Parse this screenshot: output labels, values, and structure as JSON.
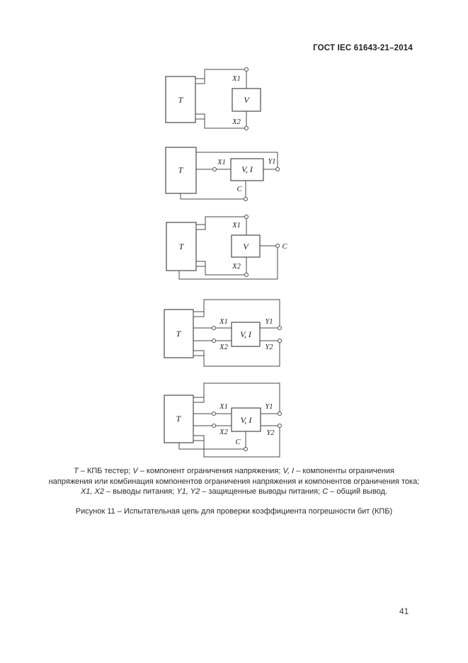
{
  "document": {
    "header": "ГОСТ IEC 61643-21–2014",
    "page_number": "41"
  },
  "figure": {
    "caption": "Рисунок 11 – Испытательная цепь для проверки коэффициента погрешности бит (КПБ)",
    "legend_lines": [
      {
        "segments": [
          {
            "t": "Т",
            "i": true
          },
          {
            "t": " – КПБ тестер; ",
            "i": false
          },
          {
            "t": "V",
            "i": true
          },
          {
            "t": " – компонент ограничения напряжения; ",
            "i": false
          },
          {
            "t": "V, I",
            "i": true
          },
          {
            "t": " – компоненты ограничения",
            "i": false
          }
        ]
      },
      {
        "segments": [
          {
            "t": "напряжения или комбинация компонентов ограничения напряжения и компонентов ограничения тока;",
            "i": false
          }
        ]
      },
      {
        "segments": [
          {
            "t": "X1, X2",
            "i": true
          },
          {
            "t": " – выводы питания; ",
            "i": false
          },
          {
            "t": "Y1, Y2",
            "i": true
          },
          {
            "t": " – защищенные выводы питания; ",
            "i": false
          },
          {
            "t": "С",
            "i": true
          },
          {
            "t": " – общий вывод.",
            "i": false
          }
        ]
      }
    ]
  },
  "diagrams": {
    "d1": {
      "tester": "T",
      "component": "V",
      "x1": "X1",
      "x2": "X2"
    },
    "d2": {
      "tester": "T",
      "component": "V, I",
      "x1": "X1",
      "y1": "Y1",
      "c": "C"
    },
    "d3": {
      "tester": "T",
      "component": "V",
      "x1": "X1",
      "x2": "X2",
      "c": "C"
    },
    "d4": {
      "tester": "T",
      "component": "V, I",
      "x1": "X1",
      "x2": "X2",
      "y1": "Y1",
      "y2": "Y2"
    },
    "d5": {
      "tester": "T",
      "component": "V, I",
      "x1": "X1",
      "x2": "X2",
      "y1": "Y1",
      "y2": "Y2",
      "c": "C"
    }
  }
}
